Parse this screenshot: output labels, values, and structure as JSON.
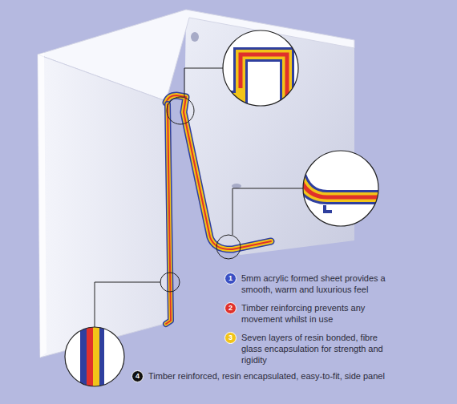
{
  "diagram": {
    "labels": [
      "1",
      "2",
      "3",
      "4"
    ],
    "legend": [
      {
        "text": "5mm acrylic formed sheet provides a smooth, warm and luxurious feel",
        "color": "#3a4fc4"
      },
      {
        "text": "Timber reinforcing prevents any movement whilst in use",
        "color": "#e0312b"
      },
      {
        "text": "Seven layers of resin bonded, fibre glass encapsulation for strength and rigidity",
        "color": "#f2c419"
      },
      {
        "text": "Timber reinforced, resin encapsulated, easy-to-fit, side panel",
        "color": "#111111"
      }
    ]
  }
}
